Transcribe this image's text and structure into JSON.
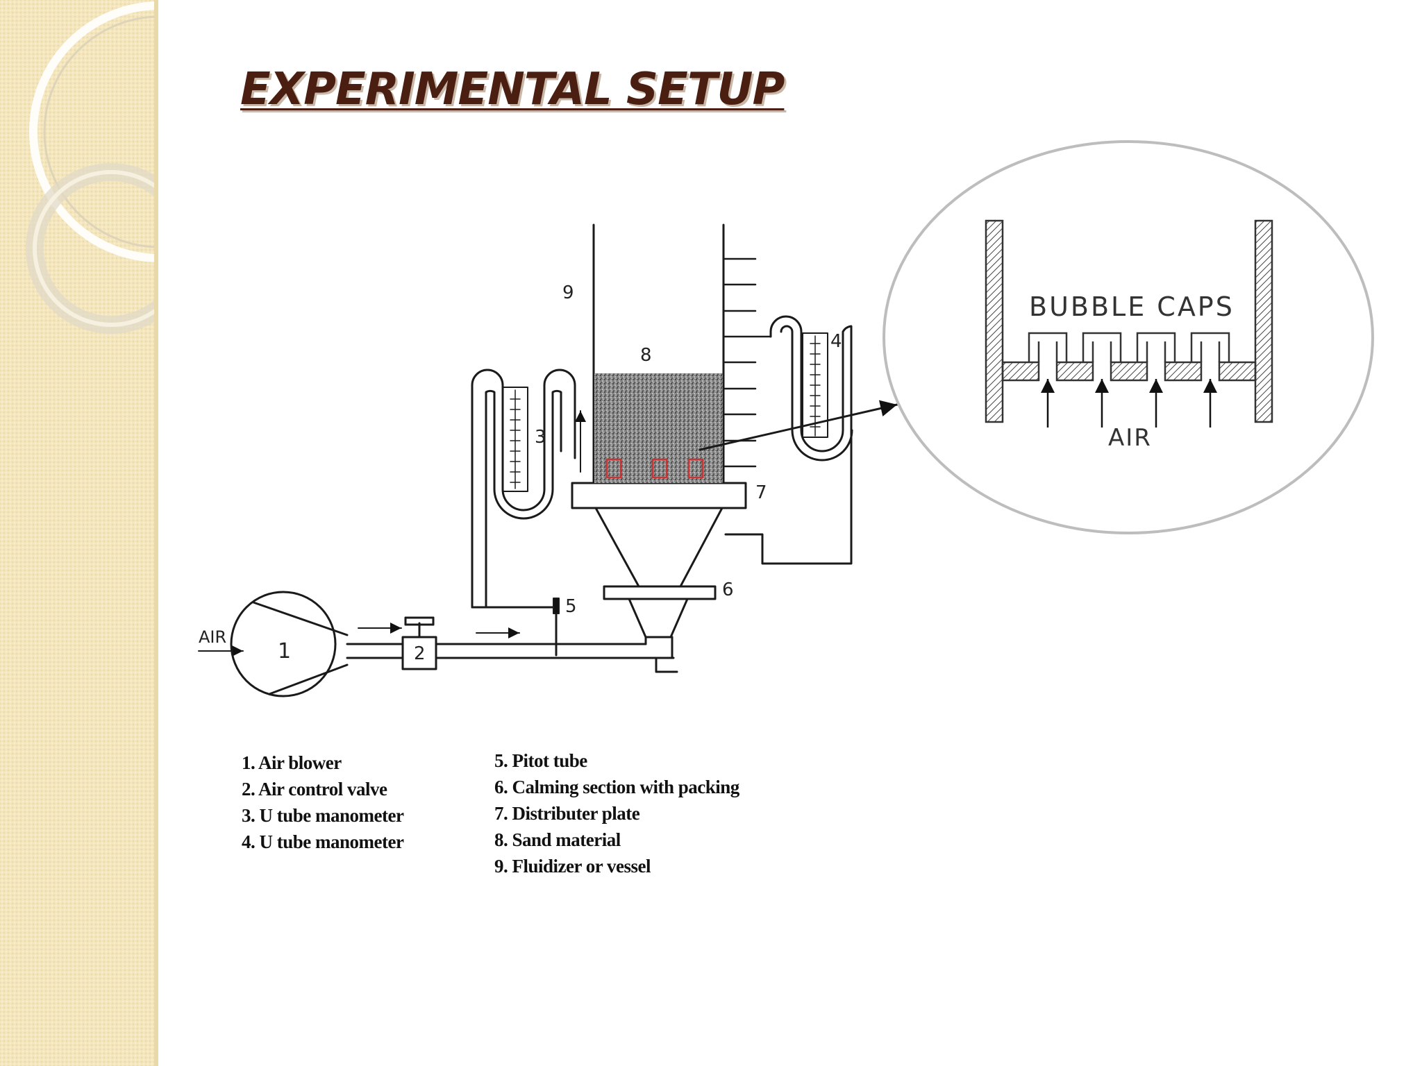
{
  "slide": {
    "title": "EXPERIMENTAL SETUP"
  },
  "diagram": {
    "air_inlet_label": "AIR",
    "component_numbers": [
      "1",
      "2",
      "3",
      "4",
      "5",
      "6",
      "7",
      "8",
      "9"
    ],
    "inset": {
      "title": "BUBBLE CAPS",
      "air_label": "AIR"
    }
  },
  "legend": {
    "left": [
      "1. Air blower",
      "2. Air control valve",
      "3. U tube manometer",
      "4. U tube manometer"
    ],
    "right": [
      "5. Pitot tube",
      "6. Calming section with packing",
      "7. Distributer plate",
      "8. Sand material",
      "9. Fluidizer or vessel"
    ]
  },
  "colors": {
    "title": "#4a1e10",
    "side_band": "#f4e6bd",
    "line": "#1a1a1a",
    "inset_ring": "#bdbdbd",
    "bubble_caps_accent": "#cc3333"
  }
}
